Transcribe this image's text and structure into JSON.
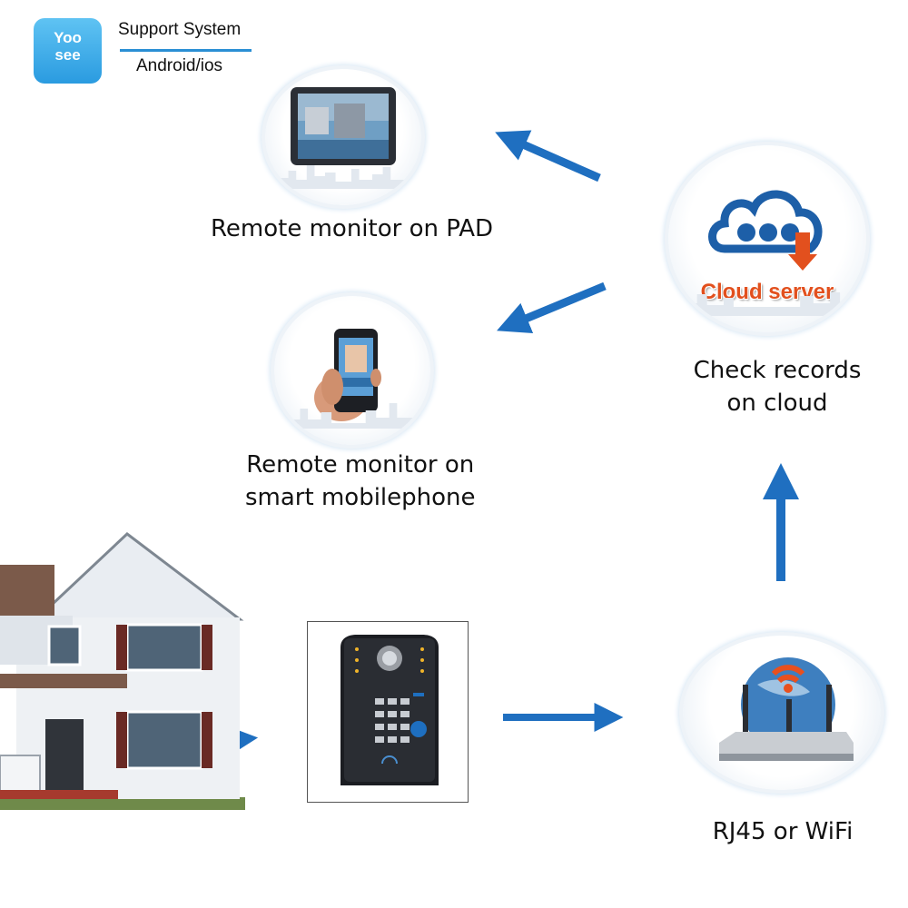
{
  "logo": {
    "line1": "Yoo",
    "line2": "see"
  },
  "support": {
    "title": "Support System",
    "platforms": "Android/ios"
  },
  "nodes": {
    "pad": {
      "label": "Remote monitor on PAD",
      "icon": "tablet-icon"
    },
    "phone": {
      "label_line1": "Remote monitor on",
      "label_line2": "smart mobilephone",
      "icon": "smartphone-icon"
    },
    "cloud": {
      "label_line1": "Check records",
      "label_line2": "on cloud",
      "badge": "Cloud server",
      "icon": "cloud-server-icon"
    },
    "router": {
      "label": "RJ45 or WiFi",
      "icon": "wifi-router-icon"
    },
    "doorbell": {
      "icon": "video-doorbell-icon"
    },
    "house": {
      "icon": "house-icon"
    }
  },
  "colors": {
    "arrow": "#1f6fc0",
    "accent": "#2a9be0",
    "cloud_text": "#e2501e"
  }
}
